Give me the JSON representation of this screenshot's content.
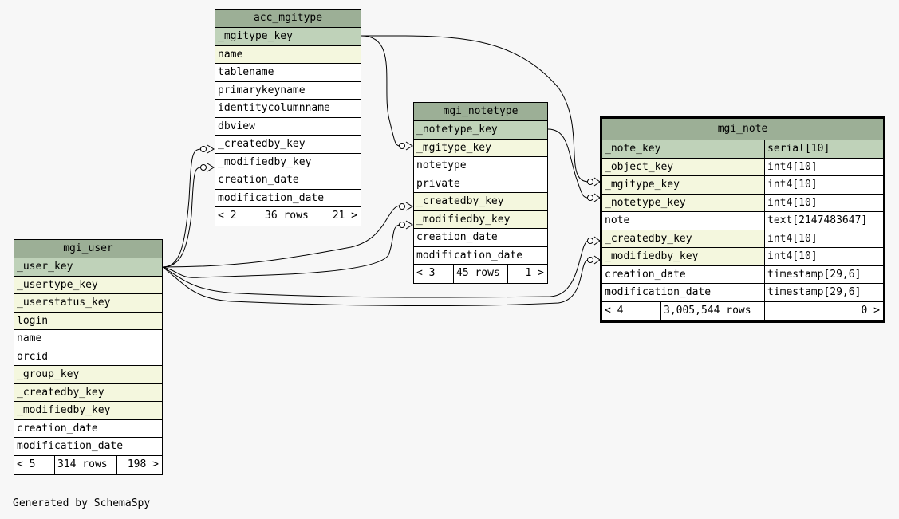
{
  "tables": {
    "acc_mgitype": {
      "name": "acc_mgitype",
      "columns": [
        "_mgitype_key",
        "name",
        "tablename",
        "primarykeyname",
        "identitycolumnname",
        "dbview",
        "_createdby_key",
        "_modifiedby_key",
        "creation_date",
        "modification_date"
      ],
      "footer": {
        "parents": "< 2",
        "rows": "36 rows",
        "children": "21 >"
      }
    },
    "mgi_notetype": {
      "name": "mgi_notetype",
      "columns": [
        "_notetype_key",
        "_mgitype_key",
        "notetype",
        "private",
        "_createdby_key",
        "_modifiedby_key",
        "creation_date",
        "modification_date"
      ],
      "footer": {
        "parents": "< 3",
        "rows": "45 rows",
        "children": "1 >"
      }
    },
    "mgi_user": {
      "name": "mgi_user",
      "columns": [
        "_user_key",
        "_usertype_key",
        "_userstatus_key",
        "login",
        "name",
        "orcid",
        "_group_key",
        "_createdby_key",
        "_modifiedby_key",
        "creation_date",
        "modification_date"
      ],
      "footer": {
        "parents": "< 5",
        "rows": "314 rows",
        "children": "198 >"
      }
    },
    "mgi_note": {
      "name": "mgi_note",
      "columns": [
        {
          "name": "_note_key",
          "type": "serial[10]"
        },
        {
          "name": "_object_key",
          "type": "int4[10]"
        },
        {
          "name": "_mgitype_key",
          "type": "int4[10]"
        },
        {
          "name": "_notetype_key",
          "type": "int4[10]"
        },
        {
          "name": "note",
          "type": "text[2147483647]"
        },
        {
          "name": "_createdby_key",
          "type": "int4[10]"
        },
        {
          "name": "_modifiedby_key",
          "type": "int4[10]"
        },
        {
          "name": "creation_date",
          "type": "timestamp[29,6]"
        },
        {
          "name": "modification_date",
          "type": "timestamp[29,6]"
        }
      ],
      "footer": {
        "parents": "< 4",
        "rows": "3,005,544 rows",
        "children": "0 >"
      }
    }
  },
  "footer_text": "Generated by SchemaSpy",
  "colors": {
    "header": "#9caf96",
    "primary_key": "#bfd2b9",
    "foreign_key": "#f4f7de",
    "background": "#f7f7f7"
  }
}
